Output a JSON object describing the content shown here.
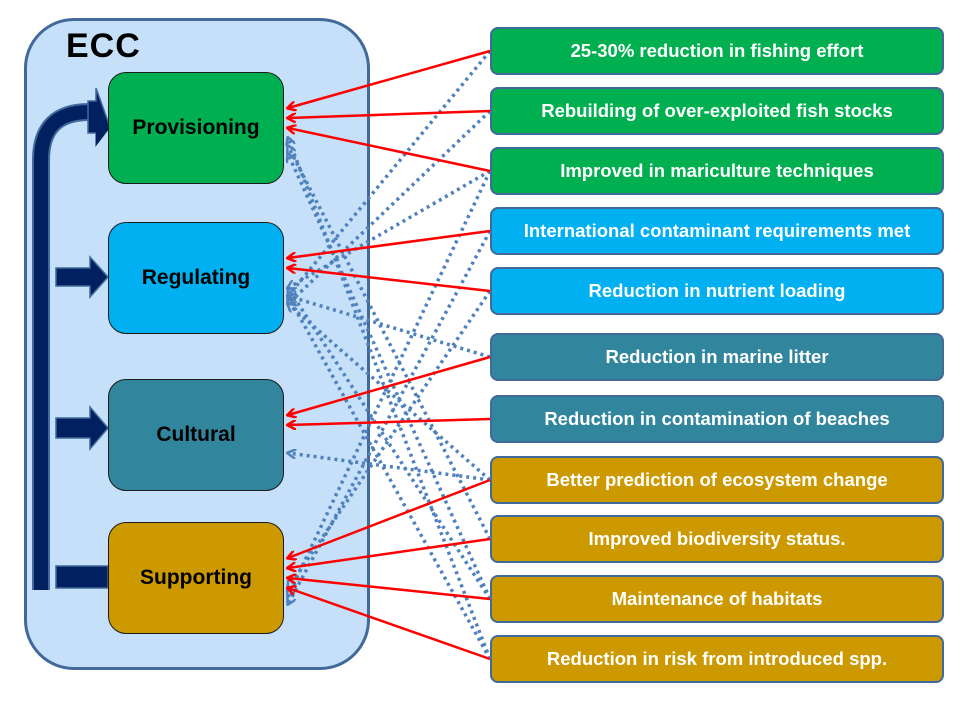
{
  "container": {
    "title": "ECC"
  },
  "colors": {
    "provisioning": "#00b050",
    "regulating": "#00b0f0",
    "cultural": "#31859c",
    "supporting": "#cc9900",
    "container_fill": "#c5e0f8",
    "container_border": "#41699a",
    "flow_arrow": "#002060",
    "primary_link": "#ff0000",
    "secondary_link": "#4f81bd"
  },
  "services": [
    {
      "id": "provisioning",
      "label": "Provisioning"
    },
    {
      "id": "regulating",
      "label": "Regulating"
    },
    {
      "id": "cultural",
      "label": "Cultural"
    },
    {
      "id": "supporting",
      "label": "Supporting"
    }
  ],
  "outcomes": [
    {
      "label": "25-30% reduction in fishing effort",
      "category": "provisioning"
    },
    {
      "label": "Rebuilding of over-exploited fish stocks",
      "category": "provisioning"
    },
    {
      "label": "Improved in mariculture techniques",
      "category": "provisioning"
    },
    {
      "label": "International contaminant requirements met",
      "category": "regulating"
    },
    {
      "label": "Reduction in nutrient loading",
      "category": "regulating"
    },
    {
      "label": "Reduction in marine litter",
      "category": "cultural"
    },
    {
      "label": "Reduction in contamination of beaches",
      "category": "cultural"
    },
    {
      "label": "Better prediction of ecosystem change",
      "category": "supporting"
    },
    {
      "label": "Improved biodiversity status.",
      "category": "supporting"
    },
    {
      "label": "Maintenance of habitats",
      "category": "supporting"
    },
    {
      "label": "Reduction in risk from introduced spp.",
      "category": "supporting"
    }
  ],
  "links": {
    "primary": [
      {
        "from": 0,
        "to": "provisioning"
      },
      {
        "from": 1,
        "to": "provisioning"
      },
      {
        "from": 2,
        "to": "provisioning"
      },
      {
        "from": 3,
        "to": "regulating"
      },
      {
        "from": 4,
        "to": "regulating"
      },
      {
        "from": 5,
        "to": "cultural"
      },
      {
        "from": 6,
        "to": "cultural"
      },
      {
        "from": 7,
        "to": "supporting"
      },
      {
        "from": 8,
        "to": "supporting"
      },
      {
        "from": 9,
        "to": "supporting"
      },
      {
        "from": 10,
        "to": "supporting"
      }
    ],
    "secondary": [
      {
        "from": 0,
        "to": "regulating"
      },
      {
        "from": 1,
        "to": "regulating"
      },
      {
        "from": 2,
        "to": "regulating"
      },
      {
        "from": 2,
        "to": "supporting"
      },
      {
        "from": 3,
        "to": "supporting"
      },
      {
        "from": 4,
        "to": "supporting"
      },
      {
        "from": 5,
        "to": "regulating"
      },
      {
        "from": 7,
        "to": "cultural"
      },
      {
        "from": 7,
        "to": "regulating"
      },
      {
        "from": 8,
        "to": "provisioning"
      },
      {
        "from": 9,
        "to": "provisioning"
      },
      {
        "from": 9,
        "to": "regulating"
      },
      {
        "from": 10,
        "to": "provisioning"
      },
      {
        "from": 10,
        "to": "regulating"
      }
    ]
  }
}
